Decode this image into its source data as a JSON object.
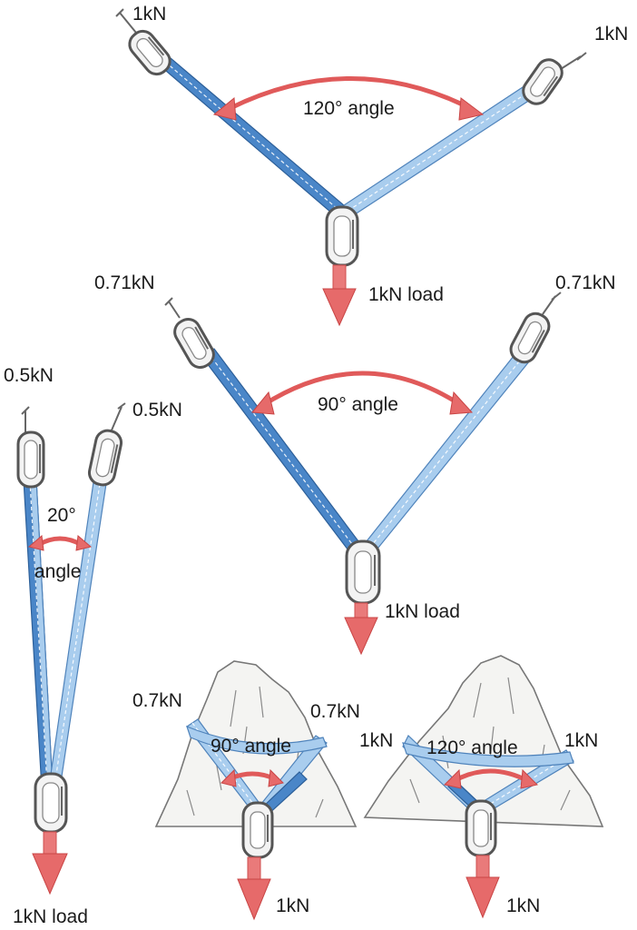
{
  "diagrams": {
    "top": {
      "force_left": "1kN",
      "force_right": "1kN",
      "angle_label": "120° angle",
      "load_label": "1kN load"
    },
    "middle": {
      "force_left": "0.71kN",
      "force_right": "0.71kN",
      "angle_label": "90° angle",
      "load_label": "1kN load"
    },
    "left": {
      "force_left": "0.5kN",
      "force_right": "0.5kN",
      "angle_label_line1": "20°",
      "angle_label_line2": "angle",
      "load_label": "1kN load"
    },
    "horn_90": {
      "force_left": "0.7kN",
      "force_right": "0.7kN",
      "angle_label": "90° angle",
      "load_label": "1kN"
    },
    "horn_120": {
      "force_left": "1kN",
      "force_right": "1kN",
      "angle_label": "120° angle",
      "load_label": "1kN"
    }
  },
  "colors": {
    "sling_dark": "#4a86c8",
    "sling_light": "#a9cdee",
    "arrow": "#e66a6a"
  }
}
